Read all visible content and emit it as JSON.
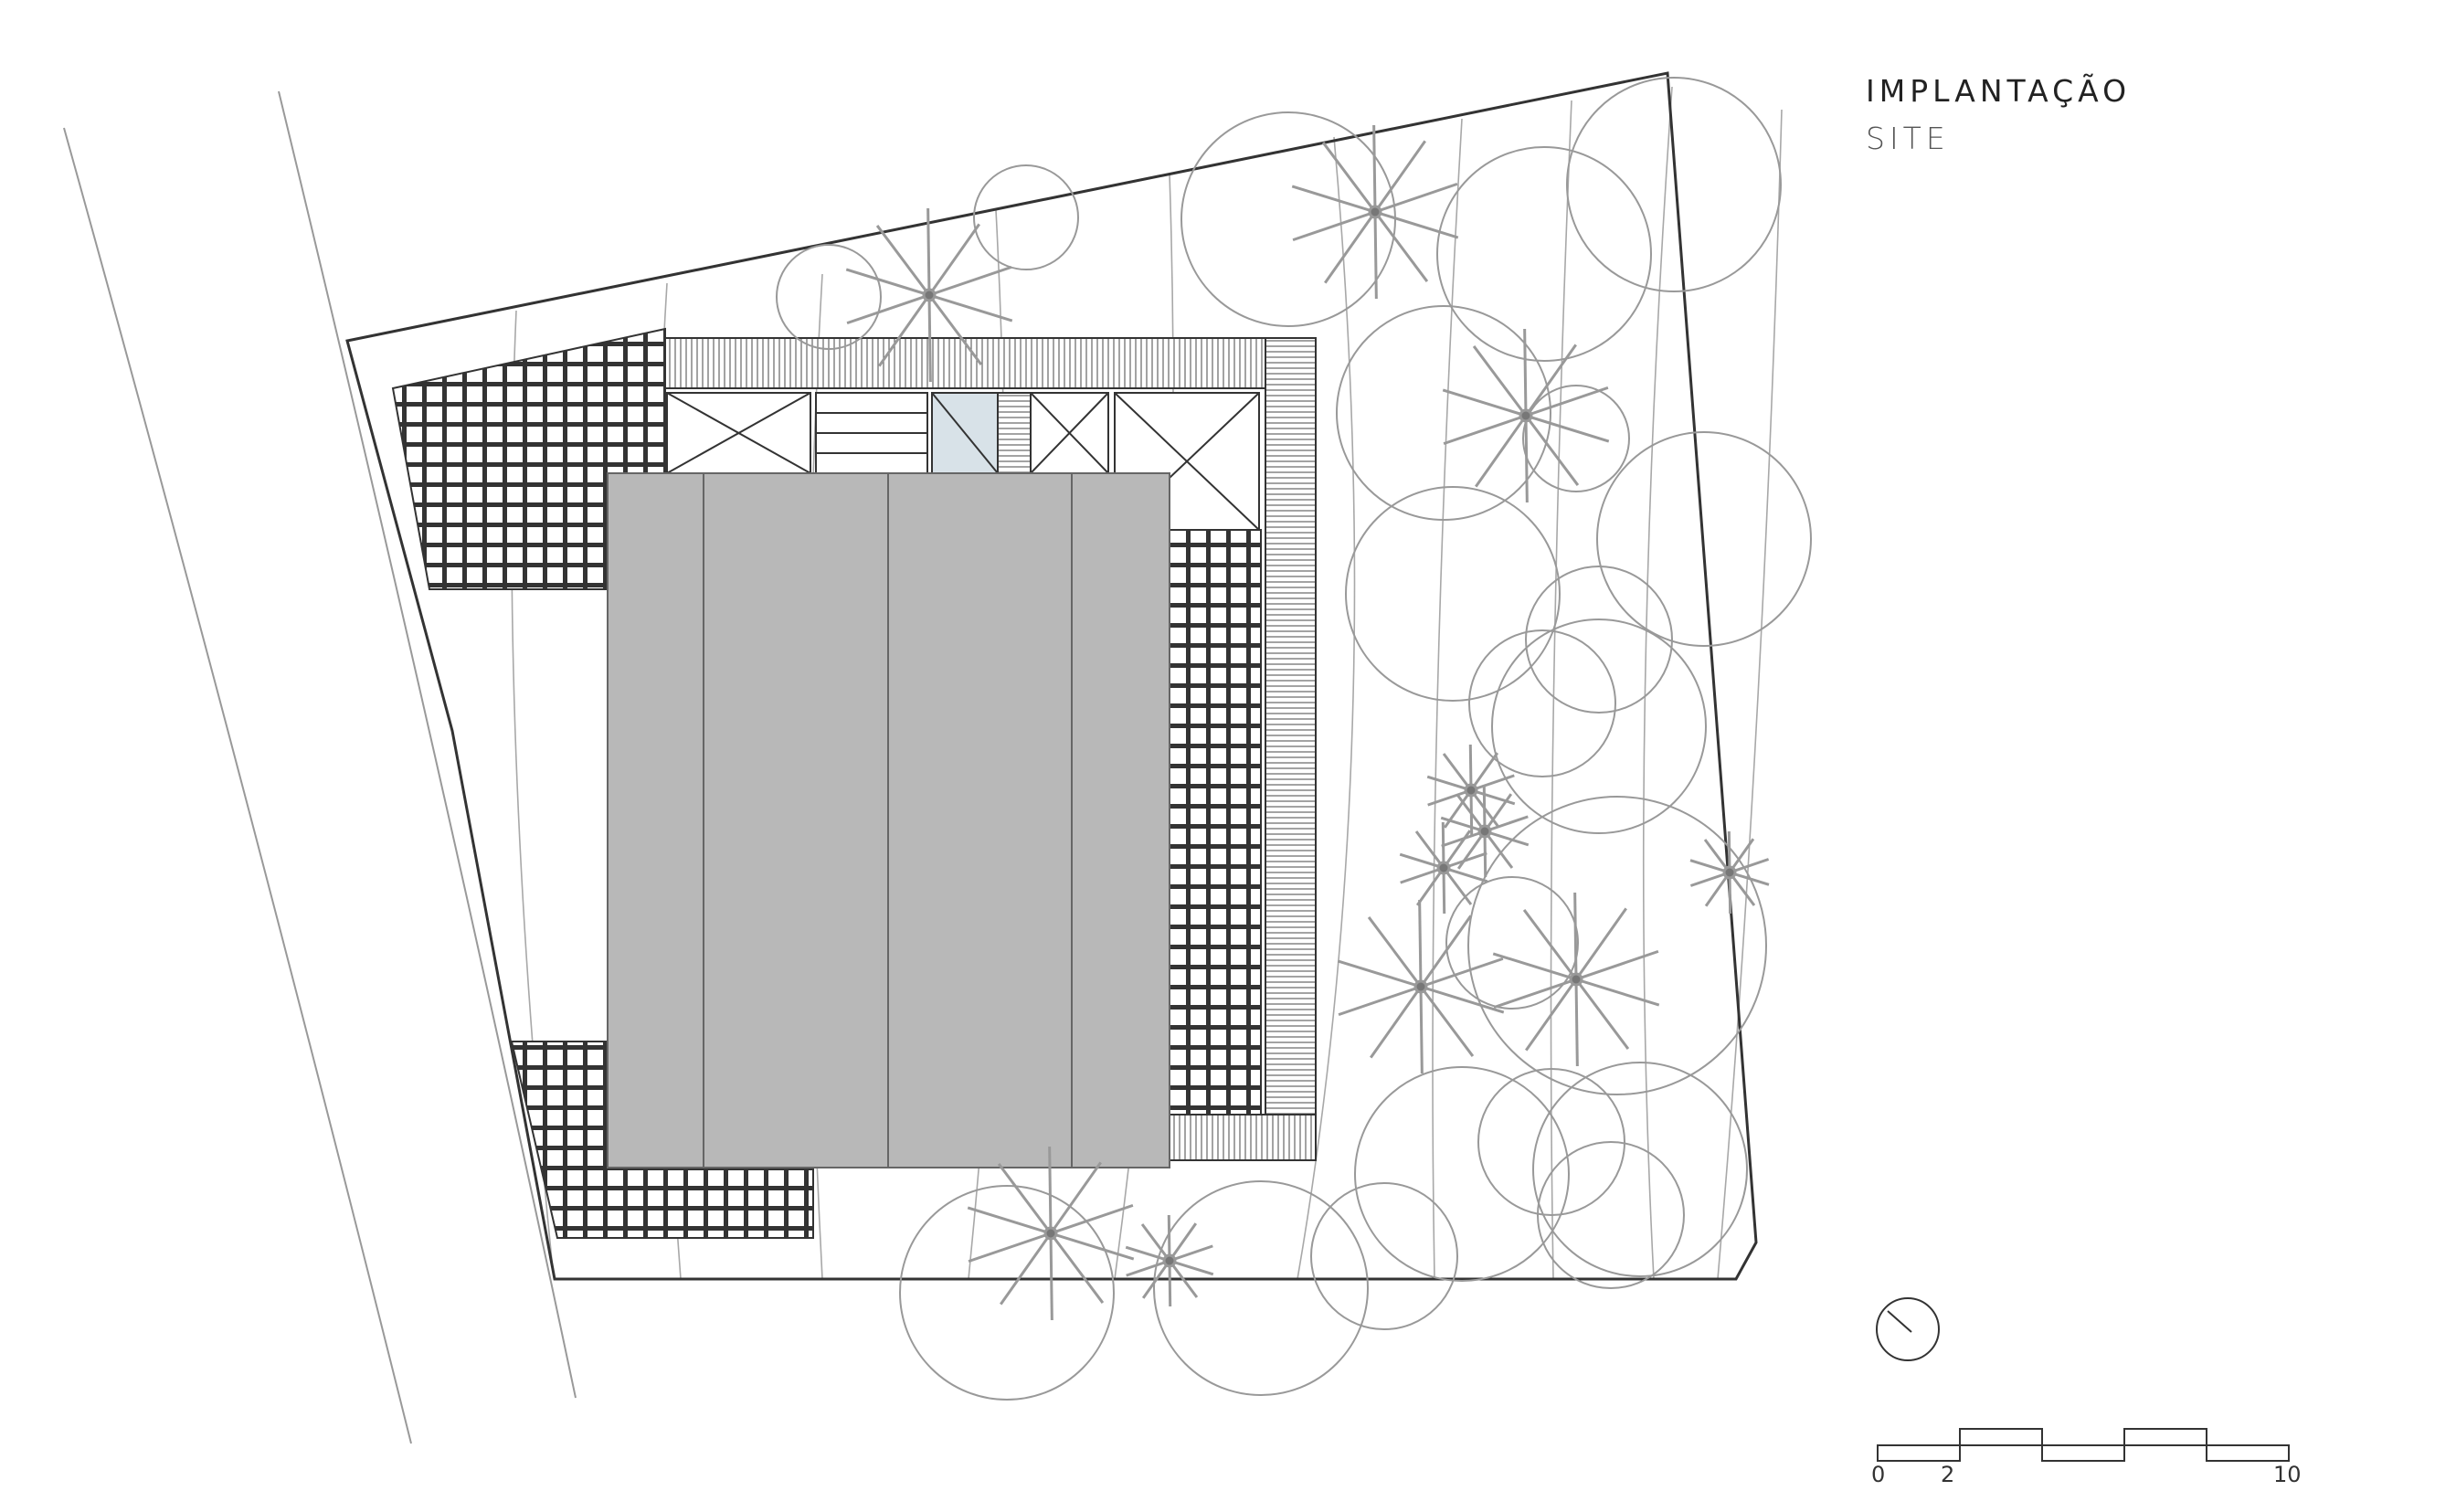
{
  "title": "IMPLANTAÇÃO",
  "subtitle": "SITE",
  "scale": {
    "labels": [
      "0",
      "2",
      "10"
    ]
  },
  "colors": {
    "roof": "#b8b8b8",
    "line": "#333333",
    "tree": "#9a9a9a",
    "glass": "#d8e2e8"
  },
  "icons": [
    "north-arrow-icon",
    "scale-bar-icon",
    "tree-icon"
  ]
}
